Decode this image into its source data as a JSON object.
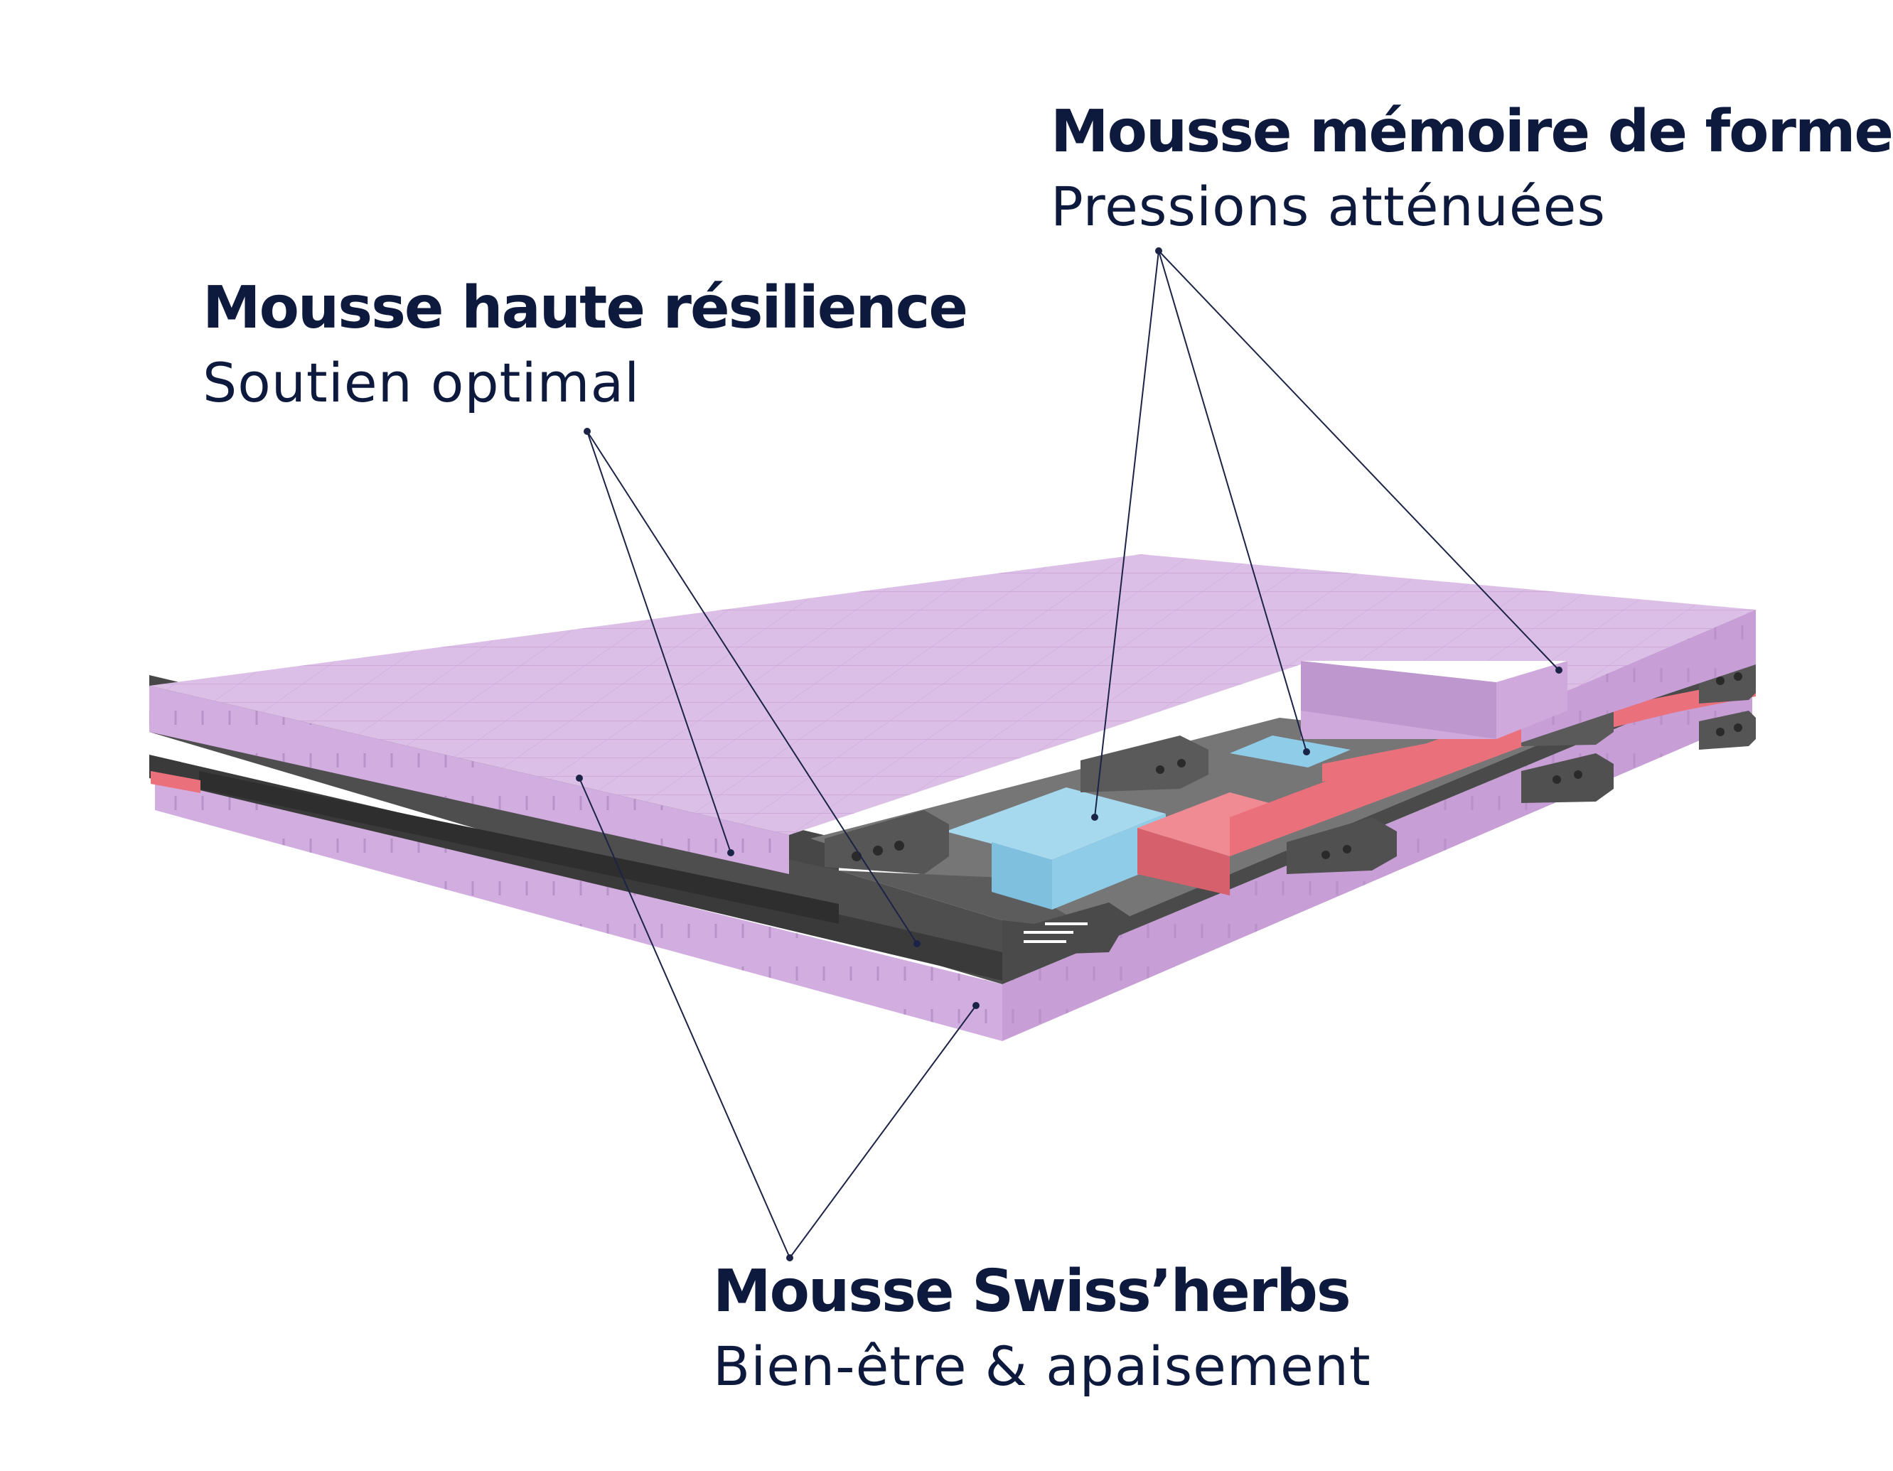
{
  "labels": {
    "memory_foam": {
      "title": "Mousse mémoire de forme",
      "subtitle": "Pressions atténuées"
    },
    "high_resilience": {
      "title": "Mousse haute résilience",
      "subtitle": "Soutien optimal"
    },
    "swiss_herbs": {
      "title": "Mousse Swiss’herbs",
      "subtitle": "Bien-être & apaisement"
    }
  },
  "colors": {
    "purple_top": "#dcbfe6",
    "purple_side": "#d2ade0",
    "purple_dark": "#bf97cf",
    "grey_core": "#4e4e4e",
    "grey_top": "#7a7a7a",
    "grey_dark": "#363636",
    "blue_gel": "#8fcce8",
    "red_springs": "#ea717c",
    "leader_line": "#1b2447",
    "text": "#0d1a3d"
  }
}
